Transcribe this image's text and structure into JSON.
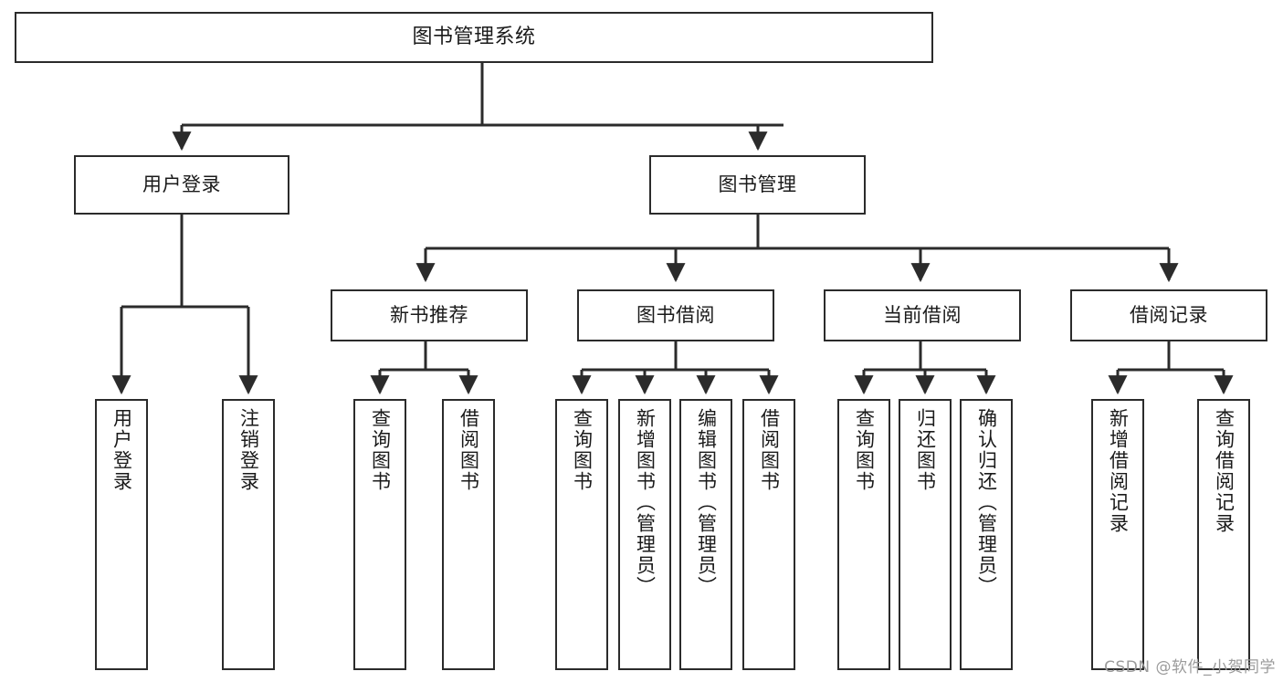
{
  "diagram": {
    "type": "tree-hierarchy",
    "title": "图书管理系统",
    "root": {
      "id": "root",
      "label": "图书管理系统"
    },
    "level1": [
      {
        "id": "user-login",
        "label": "用户登录"
      },
      {
        "id": "book-manage",
        "label": "图书管理"
      }
    ],
    "level2": [
      {
        "id": "new-book-rec",
        "label": "新书推荐",
        "parent": "book-manage"
      },
      {
        "id": "book-borrow",
        "label": "图书借阅",
        "parent": "book-manage"
      },
      {
        "id": "current-borrow",
        "label": "当前借阅",
        "parent": "book-manage"
      },
      {
        "id": "borrow-record",
        "label": "借阅记录",
        "parent": "book-manage"
      }
    ],
    "leaves": [
      {
        "id": "leaf-user-login",
        "label": "用户登录",
        "parent": "user-login"
      },
      {
        "id": "leaf-logout",
        "label": "注销登录",
        "parent": "user-login"
      },
      {
        "id": "leaf-query-book-rec",
        "label": "查询图书",
        "parent": "new-book-rec"
      },
      {
        "id": "leaf-borrow-book-rec",
        "label": "借阅图书",
        "parent": "new-book-rec"
      },
      {
        "id": "leaf-query-book-borrow",
        "label": "查询图书",
        "parent": "book-borrow"
      },
      {
        "id": "leaf-add-book",
        "label": "新增图书（管理员）",
        "parent": "book-borrow"
      },
      {
        "id": "leaf-edit-book",
        "label": "编辑图书（管理员）",
        "parent": "book-borrow"
      },
      {
        "id": "leaf-borrow-book",
        "label": "借阅图书",
        "parent": "book-borrow"
      },
      {
        "id": "leaf-query-book-current",
        "label": "查询图书",
        "parent": "current-borrow"
      },
      {
        "id": "leaf-return-book",
        "label": "归还图书",
        "parent": "current-borrow"
      },
      {
        "id": "leaf-confirm-return",
        "label": "确认归还（管理员）",
        "parent": "current-borrow"
      },
      {
        "id": "leaf-add-record",
        "label": "新增借阅记录",
        "parent": "borrow-record"
      },
      {
        "id": "leaf-query-record",
        "label": "查询借阅记录",
        "parent": "borrow-record"
      }
    ],
    "colors": {
      "stroke": "#2b2b2b",
      "background": "#ffffff",
      "text": "#1a1a1a",
      "watermark": "#9b9b9b"
    }
  },
  "watermark": {
    "text": "CSDN @软件_小贺同学"
  }
}
